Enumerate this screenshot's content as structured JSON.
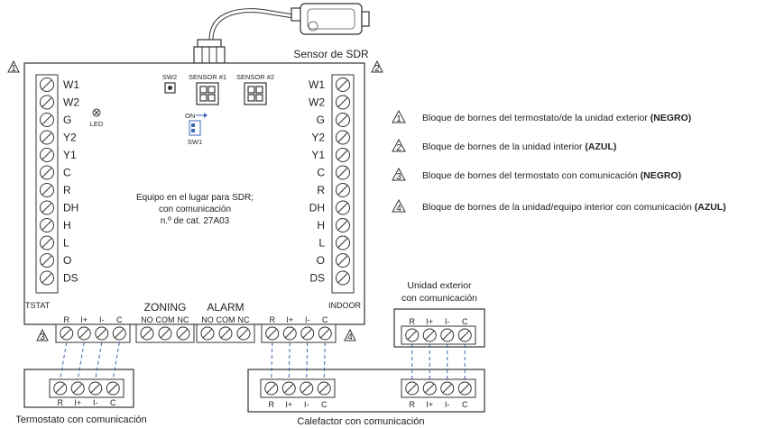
{
  "sensor": {
    "label": "Sensor de SDR"
  },
  "markers": [
    "1",
    "2",
    "3",
    "4"
  ],
  "board": {
    "left_terminals": [
      "W1",
      "W2",
      "G",
      "Y2",
      "Y1",
      "C",
      "R",
      "DH",
      "H",
      "L",
      "O",
      "DS"
    ],
    "right_terminals": [
      "W1",
      "W2",
      "G",
      "Y2",
      "Y1",
      "C",
      "R",
      "DH",
      "H",
      "L",
      "O",
      "DS"
    ],
    "left_block_label": "TSTAT",
    "right_block_label": "INDOOR",
    "sw2": "SW2",
    "sensor1": "SENSOR #1",
    "sensor2": "SENSOR #2",
    "led": "LED",
    "sw1_on": "ON",
    "sw1": "SW1",
    "center_text": [
      "Equipo en el lugar para SDR;",
      "con comunicación",
      "n.º de cat. 27A03"
    ],
    "zoning": {
      "title": "ZONING",
      "terms": [
        "NO",
        "COM",
        "NC"
      ]
    },
    "alarm": {
      "title": "ALARM",
      "terms": [
        "NO",
        "COM",
        "NC"
      ]
    },
    "comm_terms": [
      "R",
      "I+",
      "I-",
      "C"
    ]
  },
  "legend": [
    {
      "marker": "1",
      "text": "Bloque de bornes del termostato/de la unidad exterior ",
      "bold": "(NEGRO)"
    },
    {
      "marker": "2",
      "text": "Bloque de bornes de la unidad interior ",
      "bold": "(AZUL)"
    },
    {
      "marker": "3",
      "text": "Bloque de bornes del termostato con comunicación ",
      "bold": "(NEGRO)"
    },
    {
      "marker": "4",
      "text": "Bloque de bornes de la unidad/equipo interior con comunicación ",
      "bold": "(AZUL)"
    }
  ],
  "outdoor_unit": {
    "label_lines": [
      "Unidad exterior",
      "con comunicación"
    ],
    "terms": [
      "R",
      "I+",
      "I-",
      "C"
    ]
  },
  "thermostat": {
    "label": "Termostato con comunicación",
    "terms": [
      "R",
      "I+",
      "I-",
      "C"
    ]
  },
  "furnace": {
    "label": "Calefactor con comunicación",
    "terms": [
      "R",
      "I+",
      "I-",
      "C"
    ]
  },
  "colors": {
    "wire": "#3a66b5",
    "line": "#333333"
  }
}
